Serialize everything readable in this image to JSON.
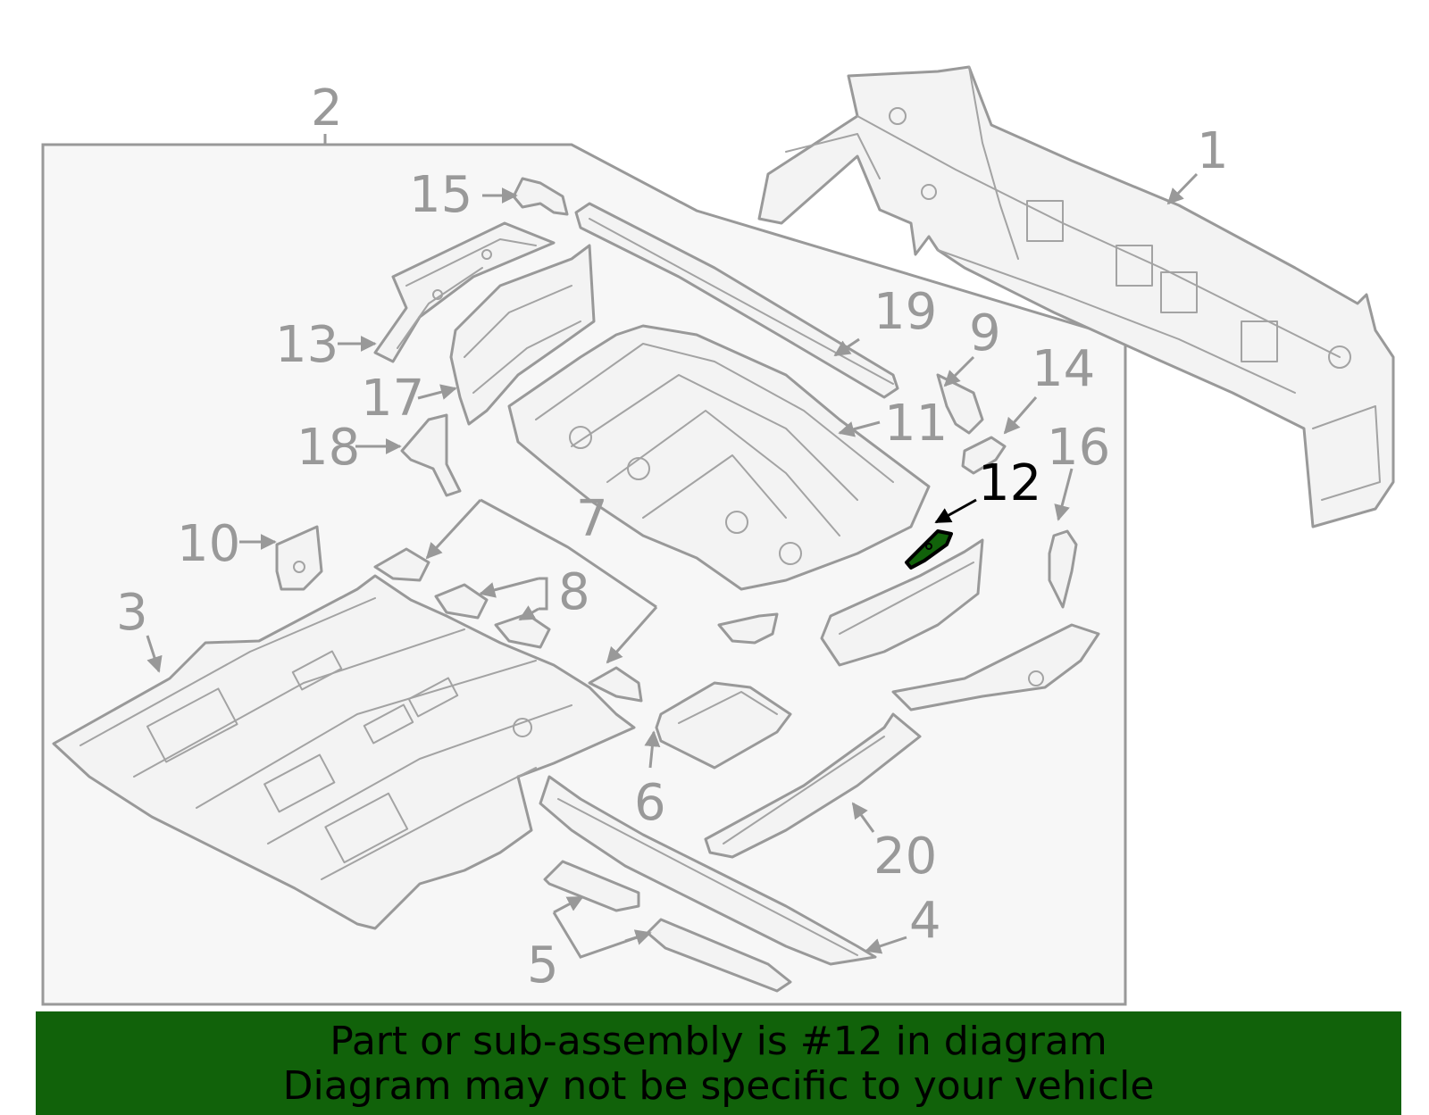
{
  "diagram": {
    "highlighted_part": "12",
    "highlight_color": "#11620a",
    "line_color": "#999999",
    "callouts": {
      "c1": "1",
      "c2": "2",
      "c3": "3",
      "c4": "4",
      "c5": "5",
      "c6": "6",
      "c7": "7",
      "c8": "8",
      "c9": "9",
      "c10": "10",
      "c11": "11",
      "c12": "12",
      "c13": "13",
      "c14": "14",
      "c15": "15",
      "c16": "16",
      "c17": "17",
      "c18": "18",
      "c19": "19",
      "c20": "20"
    }
  },
  "banner": {
    "line1": "Part or sub-assembly is #12 in diagram",
    "line2": "Diagram may not be specific to your vehicle",
    "background": "#11620a"
  }
}
